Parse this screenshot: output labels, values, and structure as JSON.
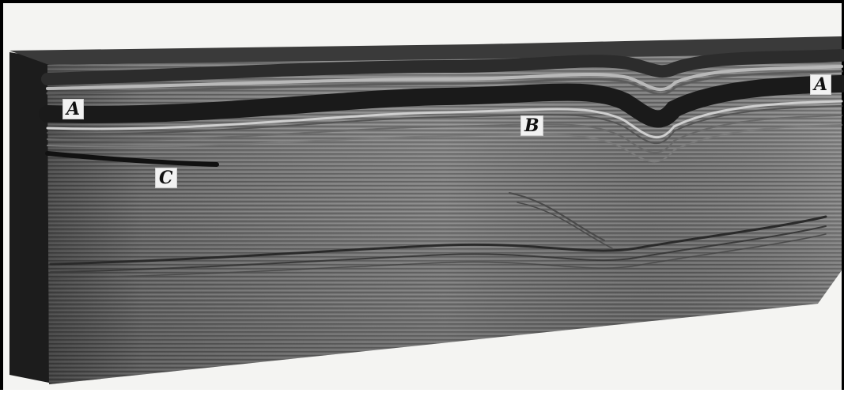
{
  "labels": {
    "a_left": "A",
    "a_right": "A",
    "b": "B",
    "c": "C"
  },
  "colors": {
    "paper": "#f4f4f2",
    "block_face": "#8c8c8c",
    "block_dark": "#1e1e1e",
    "band_dark": "#262626"
  }
}
